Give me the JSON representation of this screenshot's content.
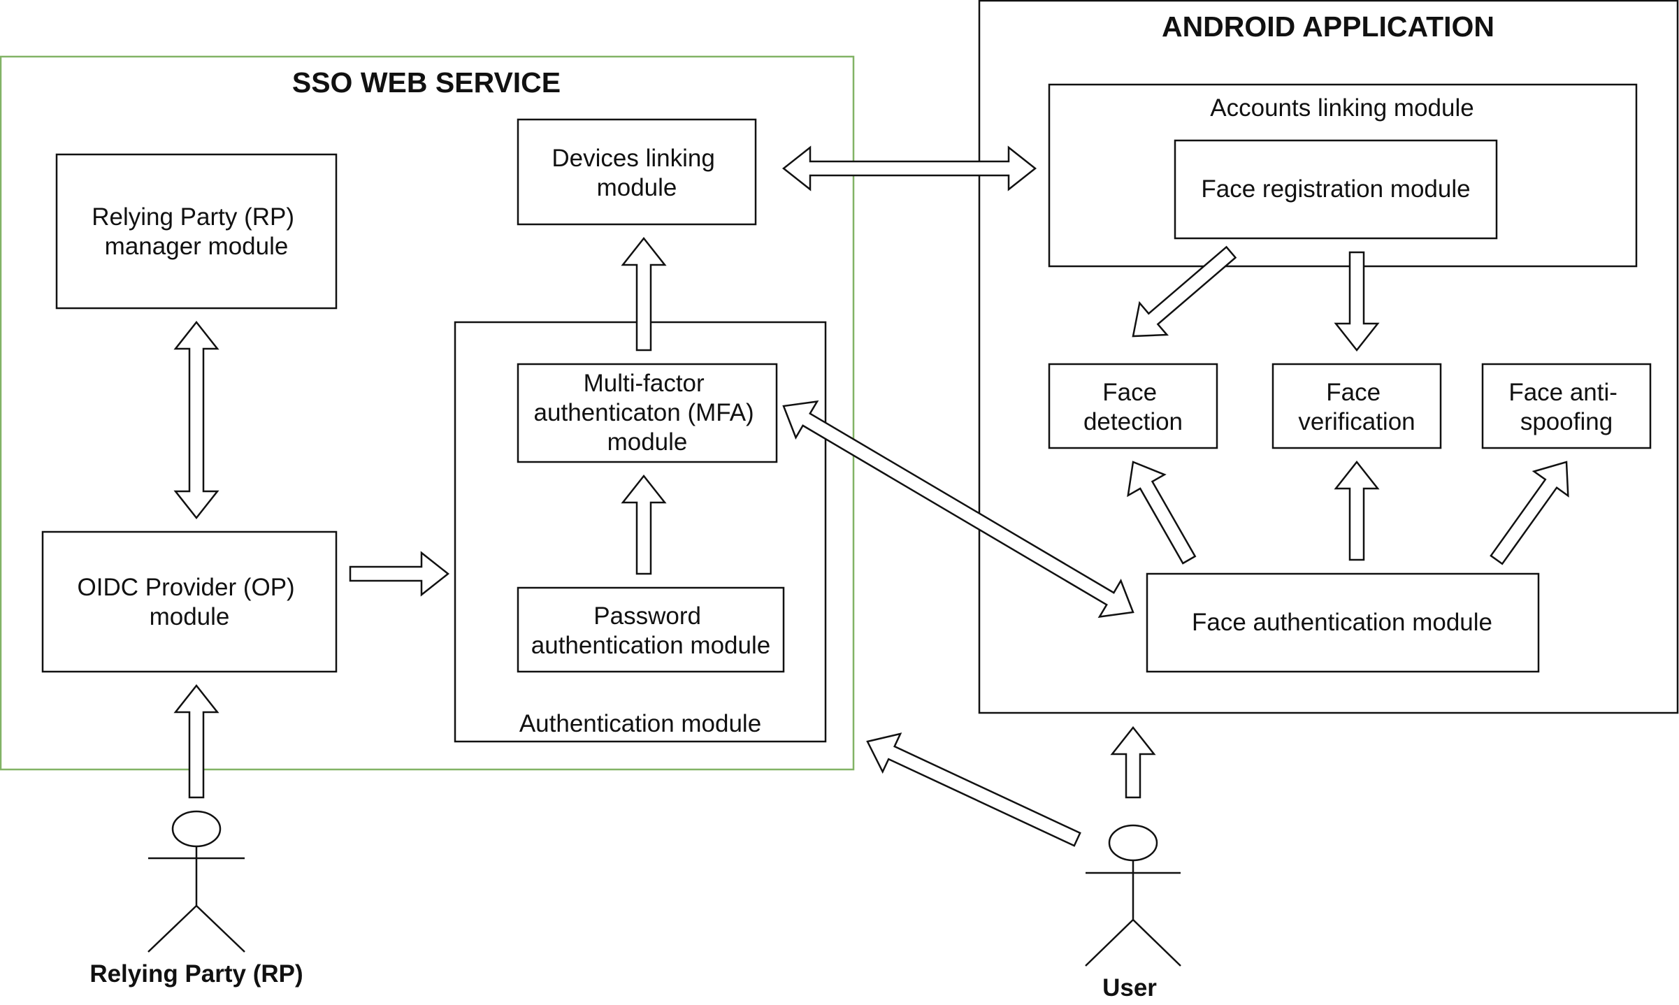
{
  "sso": {
    "title": "SSO WEB SERVICE",
    "rp_manager": [
      "Relying Party (RP)",
      "manager module"
    ],
    "oidc_provider": [
      "OIDC Provider (OP)",
      "module"
    ],
    "devices_linking": [
      "Devices linking",
      "module"
    ],
    "mfa": [
      "Multi-factor",
      "authenticaton (MFA)",
      "module"
    ],
    "password_auth": [
      "Password",
      "authentication module"
    ],
    "authentication_module": "Authentication module"
  },
  "android": {
    "title": "ANDROID APPLICATION",
    "accounts_linking": "Accounts linking module",
    "face_registration": "Face registration module",
    "face_detection": [
      "Face",
      "detection"
    ],
    "face_verification": [
      "Face",
      "verification"
    ],
    "face_anti_spoofing": [
      "Face anti-",
      "spoofing"
    ],
    "face_authentication": "Face authentication module"
  },
  "actors": {
    "relying_party": "Relying Party (RP)",
    "user": "User"
  },
  "colors": {
    "sso_border": "#82b366",
    "stroke": "#111111",
    "background": "#ffffff"
  }
}
